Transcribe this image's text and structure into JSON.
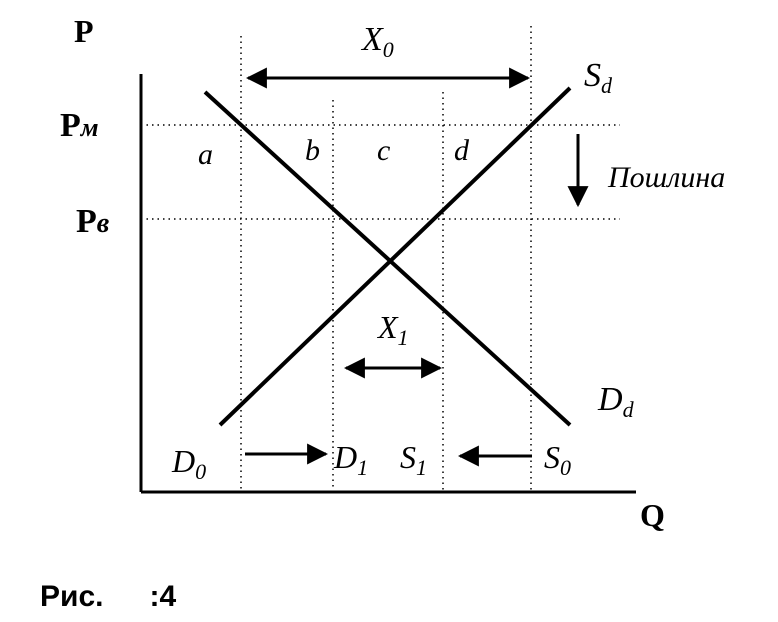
{
  "axes": {
    "y_label": "P",
    "x_label": "Q"
  },
  "price_levels": {
    "world_plus_tariff": "P",
    "world_plus_tariff_scribble": "м",
    "world": "P",
    "world_scribble": "в"
  },
  "curves": {
    "supply": {
      "label": "S",
      "sub": "d"
    },
    "demand": {
      "label": "D",
      "sub": "d"
    }
  },
  "areas": {
    "a": "a",
    "b": "b",
    "c": "c",
    "d": "d"
  },
  "tariff_label": "Пошлина",
  "imports": {
    "before": {
      "label": "X",
      "sub": "0"
    },
    "after": {
      "label": "X",
      "sub": "1"
    }
  },
  "quantity_marks": {
    "D0": {
      "label": "D",
      "sub": "0"
    },
    "D1": {
      "label": "D",
      "sub": "1"
    },
    "S1": {
      "label": "S",
      "sub": "1"
    },
    "S0": {
      "label": "S",
      "sub": "0"
    }
  },
  "caption": {
    "prefix": "Рис.",
    "number": ":4"
  },
  "colors": {
    "ink": "#000000",
    "background": "#ffffff"
  }
}
